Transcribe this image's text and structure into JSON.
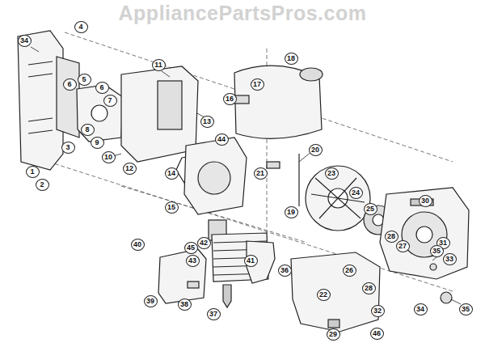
{
  "diagram": {
    "labels": [
      "AppliancePartsPros.com",
      "34",
      "4",
      "1",
      "2",
      "3",
      "6",
      "5",
      "6",
      "7",
      "8",
      "9",
      "10",
      "11",
      "12",
      "13",
      "14",
      "16",
      "17",
      "18",
      "19",
      "20",
      "21",
      "44",
      "15",
      "42",
      "45",
      "43",
      "41",
      "40",
      "39",
      "38",
      "37",
      "36",
      "23",
      "24",
      "25",
      "26",
      "28",
      "27",
      "28",
      "30",
      "31",
      "33",
      "35",
      "35",
      "32",
      "34",
      "46",
      "29",
      "22"
    ]
  }
}
